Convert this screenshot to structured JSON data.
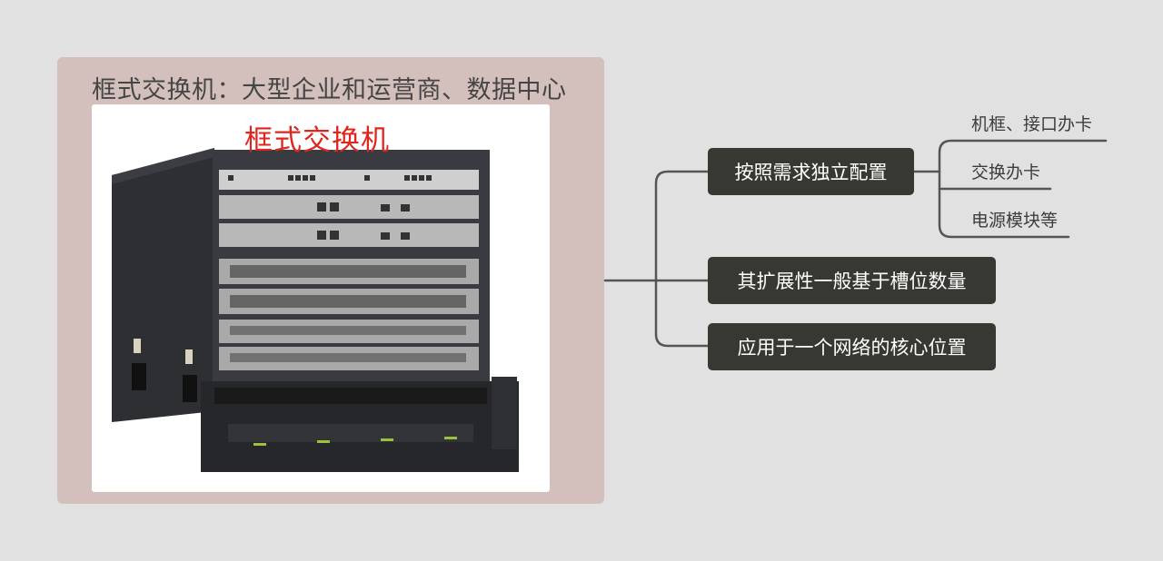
{
  "card": {
    "title": "框式交换机：大型企业和运营商、数据中心",
    "image_caption": "框式交换机"
  },
  "mindmap": {
    "branches": [
      {
        "label": "按照需求独立配置",
        "children": [
          "机框、接口办卡",
          "交换办卡",
          "电源模块等"
        ]
      },
      {
        "label": "其扩展性一般基于槽位数量"
      },
      {
        "label": "应用于一个网络的核心位置"
      }
    ]
  },
  "colors": {
    "background": "#e1e1e1",
    "card": "#d3c0bd",
    "node": "#373832",
    "connector": "#555555",
    "caption": "#e1241c"
  }
}
